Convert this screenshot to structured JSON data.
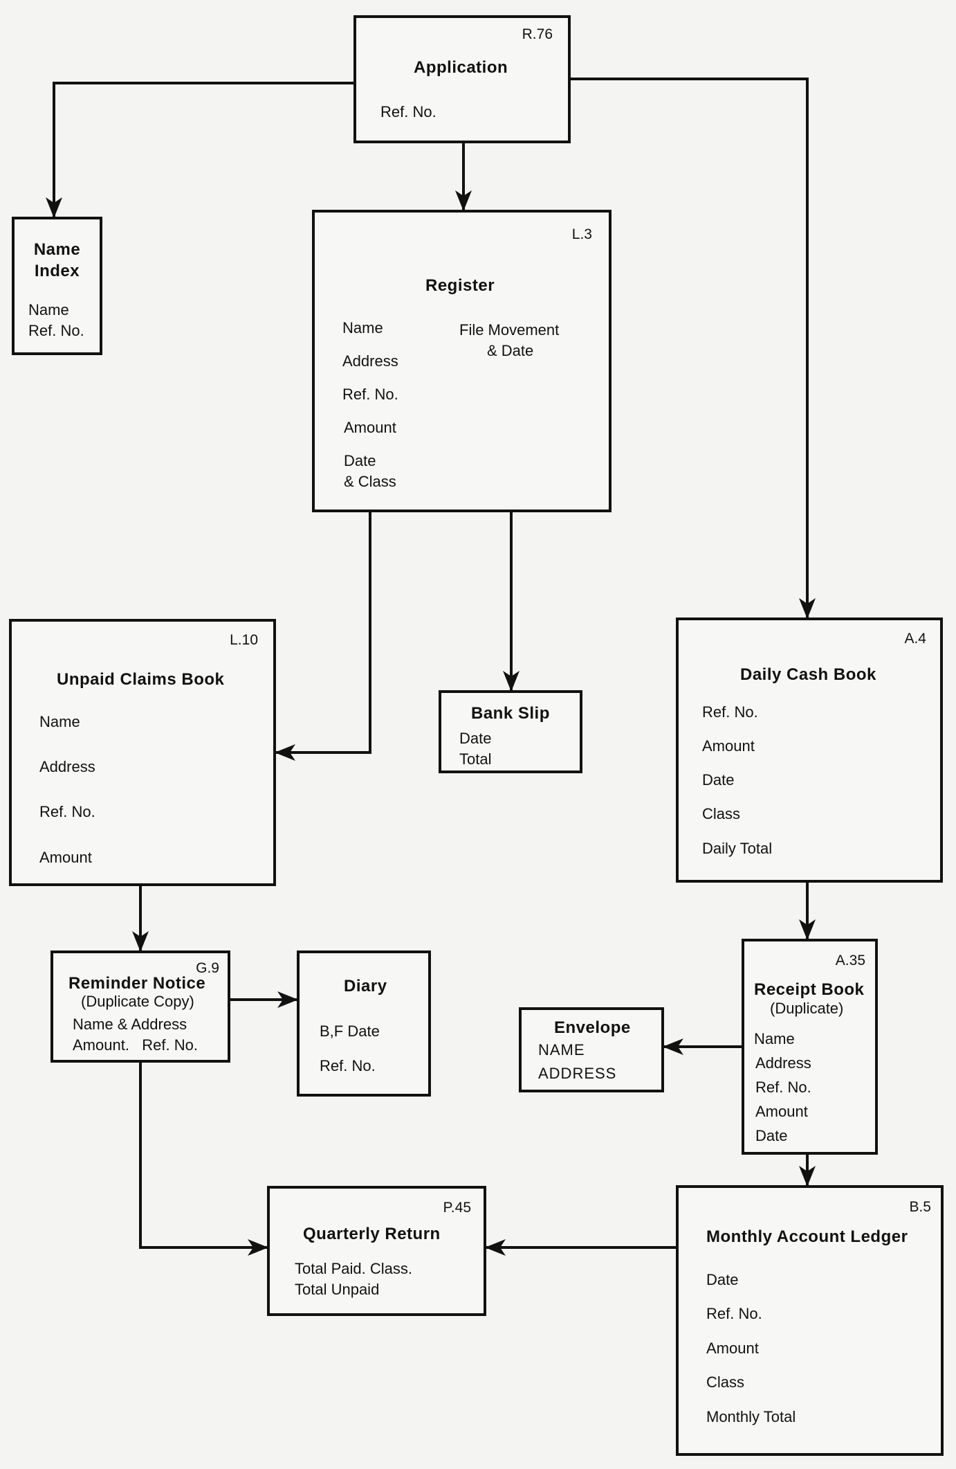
{
  "boxes": {
    "application": {
      "code": "R.76",
      "title": "Application",
      "fields": [
        "Ref. No."
      ]
    },
    "name_index": {
      "title_lines": [
        "Name",
        "Index"
      ],
      "fields": [
        "Name",
        "Ref. No."
      ]
    },
    "register": {
      "code": "L.3",
      "title": "Register",
      "fields": [
        "Name",
        "Address",
        "Ref. No.",
        "Amount",
        "Date",
        "& Class"
      ],
      "side_fields": [
        "File Movement",
        "& Date"
      ]
    },
    "unpaid_claims_book": {
      "code": "L.10",
      "title": "Unpaid Claims Book",
      "fields": [
        "Name",
        "Address",
        "Ref. No.",
        "Amount"
      ]
    },
    "bank_slip": {
      "title": "Bank Slip",
      "fields": [
        "Date",
        "Total"
      ]
    },
    "daily_cash_book": {
      "code": "A.4",
      "title": "Daily Cash Book",
      "fields": [
        "Ref. No.",
        "Amount",
        "Date",
        "Class",
        "Daily Total"
      ]
    },
    "reminder_notice": {
      "code": "G.9",
      "title": "Reminder Notice",
      "subtitle": "(Duplicate Copy)",
      "fields": [
        "Name & Address",
        "Amount.   Ref. No."
      ]
    },
    "diary": {
      "title": "Diary",
      "fields": [
        "B,F Date",
        "Ref. No."
      ]
    },
    "receipt_book": {
      "code": "A.35",
      "title": "Receipt Book",
      "subtitle": "(Duplicate)",
      "fields": [
        "Name",
        "Address",
        "Ref. No.",
        "Amount",
        "Date"
      ]
    },
    "envelope": {
      "title": "Envelope",
      "fields": [
        "NAME",
        "ADDRESS"
      ]
    },
    "quarterly_return": {
      "code": "P.45",
      "title": "Quarterly Return",
      "fields": [
        "Total Paid. Class.",
        "Total Unpaid"
      ]
    },
    "monthly_account_ledger": {
      "code": "B.5",
      "title": "Monthly Account Ledger",
      "fields": [
        "Date",
        "Ref. No.",
        "Amount",
        "Class",
        "Monthly Total"
      ]
    }
  },
  "edges": [
    {
      "from": "application",
      "to": "name_index"
    },
    {
      "from": "application",
      "to": "register"
    },
    {
      "from": "application",
      "to": "daily_cash_book"
    },
    {
      "from": "register",
      "to": "unpaid_claims_book"
    },
    {
      "from": "register",
      "to": "bank_slip"
    },
    {
      "from": "daily_cash_book",
      "to": "receipt_book"
    },
    {
      "from": "unpaid_claims_book",
      "to": "reminder_notice"
    },
    {
      "from": "reminder_notice",
      "to": "diary"
    },
    {
      "from": "receipt_book",
      "to": "envelope"
    },
    {
      "from": "receipt_book",
      "to": "monthly_account_ledger"
    },
    {
      "from": "reminder_notice",
      "to": "quarterly_return"
    },
    {
      "from": "monthly_account_ledger",
      "to": "quarterly_return"
    }
  ]
}
